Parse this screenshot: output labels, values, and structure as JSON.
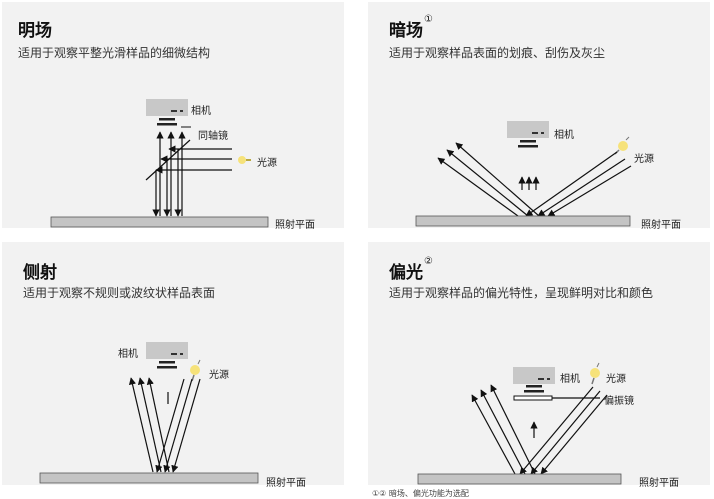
{
  "panels": [
    {
      "title": "明场",
      "sup": "",
      "desc": "适用于观察平整光滑样品的细微结构",
      "labels": {
        "camera": "相机",
        "coaxial": "同轴镜",
        "light": "光源",
        "plane": "照射平面"
      }
    },
    {
      "title": "暗场",
      "sup": "①",
      "desc": "适用于观察样品表面的划痕、刮伤及灰尘",
      "labels": {
        "camera": "相机",
        "light": "光源",
        "plane": "照射平面"
      }
    },
    {
      "title": "侧射",
      "sup": "",
      "desc": "适用于观察不规则或波纹状样品表面",
      "labels": {
        "camera": "相机",
        "light": "光源",
        "plane": "照射平面"
      }
    },
    {
      "title": "偏光",
      "sup": "②",
      "desc": "适用于观察样品的偏光特性，呈现鲜明对比和颜色",
      "labels": {
        "camera": "相机",
        "light": "光源",
        "polarizer": "偏振镜",
        "plane": "照射平面"
      }
    }
  ],
  "footnote": "①② 暗场、偏光功能为选配",
  "colors": {
    "panel_bg": "#f2f2f2",
    "camera": "#c8c8c8",
    "plane": "#c4c4c4",
    "bulb": "#f6e27a",
    "line": "#111111"
  }
}
